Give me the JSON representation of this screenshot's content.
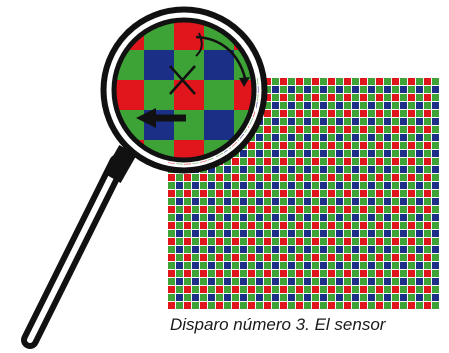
{
  "caption": {
    "line1": "Disparo número 3. El sensor"
  },
  "bayer": {
    "colors": {
      "red": "#e0161c",
      "green": "#3ea336",
      "blue": "#1b2f86",
      "grid_line": "#ffffff"
    },
    "row_pattern": [
      [
        "red",
        "green"
      ],
      [
        "green",
        "blue"
      ]
    ]
  },
  "magnifier": {
    "lens_cells": [
      [
        "red",
        "green",
        "red",
        "green",
        "red"
      ],
      [
        "green",
        "blue",
        "green",
        "blue",
        "green"
      ],
      [
        "red",
        "green",
        "red",
        "green",
        "red"
      ],
      [
        "green",
        "blue",
        "green",
        "blue",
        "green"
      ],
      [
        "red",
        "green",
        "red",
        "green",
        "red"
      ]
    ],
    "rim_color": "#111111",
    "handle_color": "#111111",
    "marks": [
      "cross-mark",
      "left-arrow",
      "curved-arrow"
    ]
  }
}
